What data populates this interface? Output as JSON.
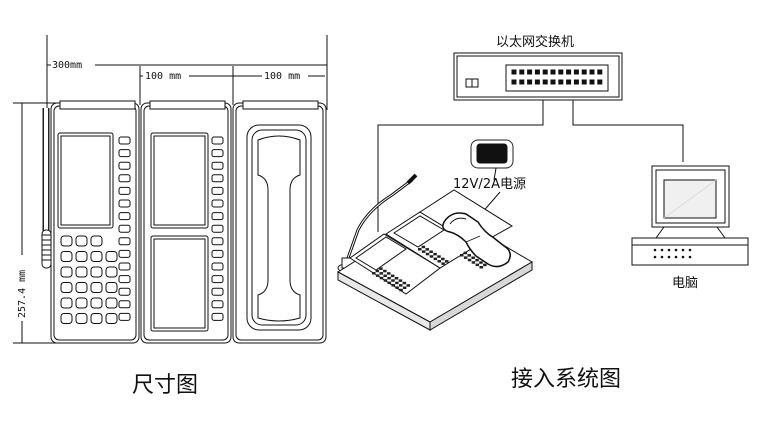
{
  "dimension_view": {
    "width_total": "300mm",
    "module_width_1": "100 mm",
    "module_width_2": "100 mm",
    "height": "257.4 mm",
    "caption": "尺寸图"
  },
  "system_view": {
    "switch_label": "以太网交换机",
    "power_label": "12V/2A电源",
    "computer_label": "电脑",
    "caption": "接入系统图"
  }
}
